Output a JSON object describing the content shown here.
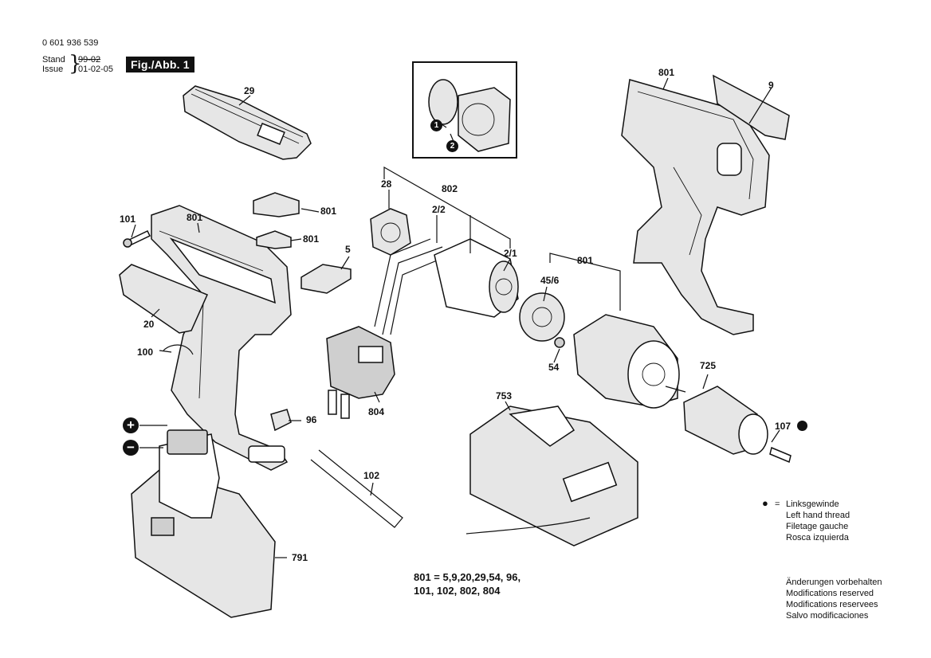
{
  "header": {
    "part_number": "0 601 936 539",
    "stand_label": "Stand",
    "stand_date": "99-02",
    "issue_label": "Issue",
    "issue_date": "01-02-05",
    "figure_label": "Fig./Abb. 1"
  },
  "callouts": {
    "c29": "29",
    "c801_top": "801",
    "c9": "9",
    "c101": "101",
    "c801_housing": "801",
    "c801_clip1": "801",
    "c801_clip2": "801",
    "c5": "5",
    "c20": "20",
    "c100": "100",
    "c28": "28",
    "c802": "802",
    "c2_2": "2/2",
    "c2_1": "2/1",
    "c801_gear": "801",
    "c45_6": "45/6",
    "c54": "54",
    "c725": "725",
    "c107": "107",
    "c753": "753",
    "c804": "804",
    "c96": "96",
    "c102": "102",
    "c791": "791"
  },
  "legend": {
    "bullet_symbol": "●",
    "equals": "=",
    "lines": [
      "Linksgewinde",
      "Left hand thread",
      "Filetage gauche",
      "Rosca izquierda"
    ]
  },
  "bom_note": {
    "line1": "801 = 5,9,20,29,54, 96,",
    "line2": "101, 102, 802, 804"
  },
  "modifications_note": {
    "lines": [
      "Änderungen vorbehalten",
      "Modifications reserved",
      "Modifications reservees",
      "Salvo modificaciones"
    ]
  },
  "battery_terminals": {
    "plus": "+",
    "minus": "−"
  },
  "inset_steps": {
    "step1": "1",
    "step2": "2"
  }
}
